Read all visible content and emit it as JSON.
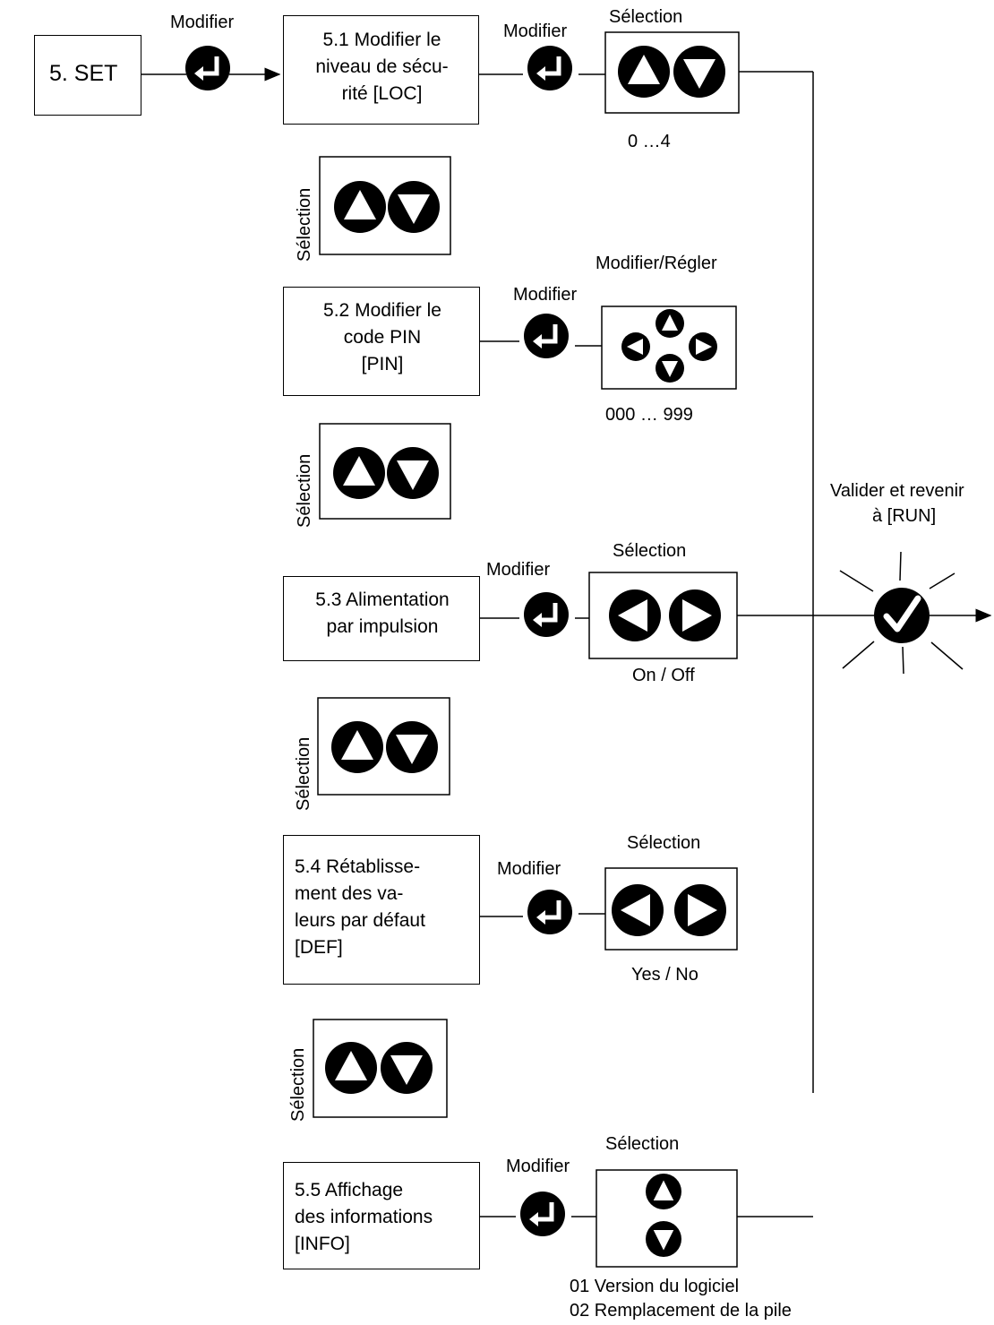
{
  "start": {
    "label": "5. SET"
  },
  "return": {
    "label_line1": "Valider et revenir",
    "label_line2": "à [RUN]",
    "icon": "checkmark-burst-icon"
  },
  "colors": {
    "ink": "#000000",
    "background": "#ffffff"
  },
  "steps": [
    {
      "id": "5.1",
      "box_text": "5.1 Modifier le\nniveau de sécu-\nrité [LOC]",
      "enter_label": "Modifier",
      "control_label": "Sélection",
      "control_type": "up-down-arrows",
      "range": "0 …4"
    },
    {
      "id": "5.2",
      "box_text": "5.2 Modifier le\ncode PIN\n[PIN]",
      "enter_label": "Modifier",
      "control_label": "Modifier/Régler",
      "control_type": "four-way-arrows",
      "range": "000 … 999"
    },
    {
      "id": "5.3",
      "box_text": "5.3 Alimentation\npar impulsion",
      "enter_label": "Modifier",
      "control_label": "Sélection",
      "control_type": "left-right-arrows",
      "range": "On / Off"
    },
    {
      "id": "5.4",
      "box_text": "5.4 Rétablisse-\nment des va-\nleurs par défaut\n[DEF]",
      "enter_label": "Modifier",
      "control_label": "Sélection",
      "control_type": "left-right-arrows",
      "range": "Yes / No"
    },
    {
      "id": "5.5",
      "box_text": "5.5 Affichage\ndes informations\n[INFO]",
      "enter_label": "Modifier",
      "control_label": "Sélection",
      "control_type": "stacked-up-down-arrows",
      "range_lines": [
        "01 Version du logiciel",
        "02 Remplacement de la pile"
      ]
    }
  ],
  "start_enter_label": "Modifier",
  "navigators": [
    {
      "label": "Sélection",
      "icon": "up-down-arrows"
    },
    {
      "label": "Sélection",
      "icon": "up-down-arrows"
    },
    {
      "label": "Sélection",
      "icon": "up-down-arrows"
    },
    {
      "label": "Sélection",
      "icon": "up-down-arrows"
    }
  ]
}
